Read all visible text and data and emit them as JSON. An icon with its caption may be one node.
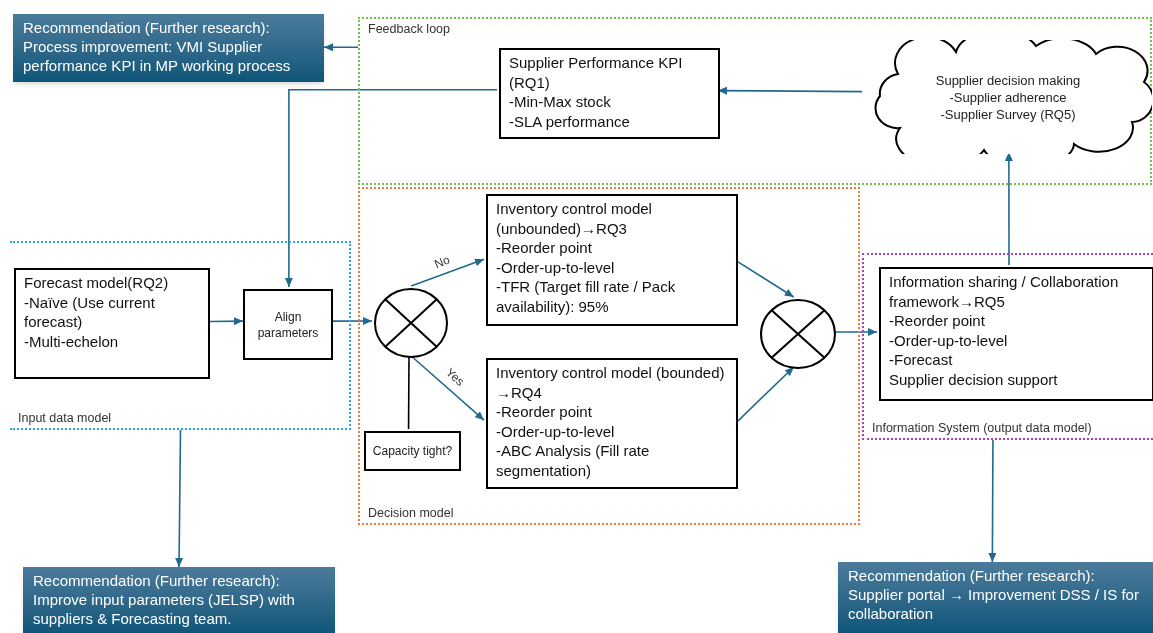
{
  "diagram": {
    "nodes": [
      {
        "text": [
          "Recommendation (Further research):",
          "Process improvement: VMI Supplier performance KPI in MP working process"
        ]
      },
      {
        "text": [
          "Feedback loop"
        ]
      },
      {
        "text": [
          "Supplier Performance KPI (RQ1)",
          "-Min-Max stock",
          "-SLA performance"
        ],
        "in": 1
      },
      {
        "text": [
          "Supplier decision making",
          "-Supplier adherence",
          "-Supplier Survey (RQ5)"
        ],
        "in": 1
      },
      {
        "text": [
          "Input data model"
        ]
      },
      {
        "text": [
          "Forecast model(RQ2)",
          "-Naïve (Use current forecast)",
          "-Multi-echelon"
        ],
        "in": 4
      },
      {
        "text": [
          "Align parameters"
        ],
        "in": 4
      },
      {
        "text": [
          "Decision model"
        ]
      },
      {
        "text": [],
        "shape": "circle",
        "in": 7
      },
      {
        "text": [
          "Inventory control model (unbounded)→RQ3",
          "-Reorder point",
          "-Order-up-to-level",
          "-TFR (Target fill rate / Pack availability): 95%"
        ],
        "in": 7
      },
      {
        "text": [
          "Inventory control model (bounded) →RQ4",
          "-Reorder point",
          "-Order-up-to-level",
          "-ABC Analysis (Fill rate segmentation)"
        ],
        "in": 7
      },
      {
        "text": [
          "Capacity tight?"
        ],
        "in": 7
      },
      {
        "text": [],
        "shape": "circle",
        "in": 7
      },
      {
        "text": [
          "Information System (output data model)"
        ]
      },
      {
        "text": [
          "Information sharing / Collaboration framework→RQ5",
          "-Reorder point",
          "-Order-up-to-level",
          "-Forecast",
          "Supplier decision support"
        ],
        "in": 13
      },
      {
        "text": [
          "Recommendation (Further research):",
          "Improve input parameters (JELSP) with suppliers & Forecasting team."
        ]
      },
      {
        "text": [
          "Recommendation (Further research):",
          "Supplier portal → Improvement DSS / IS for collaboration"
        ]
      }
    ],
    "edges": [
      {
        "from": 1,
        "to": 0,
        "arrow": "to"
      },
      {
        "from": 3,
        "to": 2,
        "arrow": "to"
      },
      {
        "from": 2,
        "to": 6,
        "arrow": "to"
      },
      {
        "from": 5,
        "to": 6,
        "arrow": "to"
      },
      {
        "from": 6,
        "to": 8,
        "arrow": "to"
      },
      {
        "from": 8,
        "to": 9,
        "arrow": "to",
        "label": "No"
      },
      {
        "from": 8,
        "to": 10,
        "arrow": "to",
        "label": "Yes"
      },
      {
        "from": 8,
        "to": 11,
        "arrow": "none",
        "color": "#000000"
      },
      {
        "from": 9,
        "to": 12,
        "arrow": "to"
      },
      {
        "from": 10,
        "to": 12,
        "arrow": "to"
      },
      {
        "from": 12,
        "to": 14,
        "arrow": "to"
      },
      {
        "from": 14,
        "to": 3,
        "arrow": "to"
      },
      {
        "from": 4,
        "to": 15,
        "arrow": "to"
      },
      {
        "from": 13,
        "to": 16,
        "arrow": "to"
      }
    ]
  }
}
